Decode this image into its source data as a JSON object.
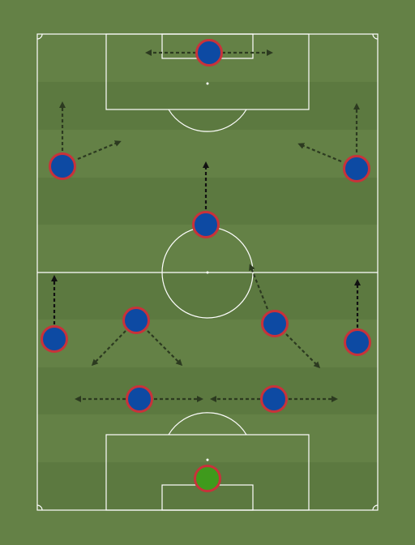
{
  "colors": {
    "grass": "#648146",
    "stripe_dark": "#5c7940",
    "line": "#ffffff",
    "player_fill": "#0d4aa3",
    "player_ring": "#c8323a",
    "keeper_fill": "#3f9a1c",
    "arrow_dark": "#2c3a20",
    "arrow_black": "#111111"
  },
  "players": [
    {
      "role": "striker",
      "keeper": false
    },
    {
      "role": "left-forward",
      "keeper": false
    },
    {
      "role": "right-forward",
      "keeper": false
    },
    {
      "role": "attacking-midfielder",
      "keeper": false
    },
    {
      "role": "left-wing-back",
      "keeper": false
    },
    {
      "role": "left-central-midfielder",
      "keeper": false
    },
    {
      "role": "right-central-midfielder",
      "keeper": false
    },
    {
      "role": "right-wing-back",
      "keeper": false
    },
    {
      "role": "left-centre-back",
      "keeper": false
    },
    {
      "role": "right-centre-back",
      "keeper": false
    },
    {
      "role": "goalkeeper",
      "keeper": true
    }
  ]
}
